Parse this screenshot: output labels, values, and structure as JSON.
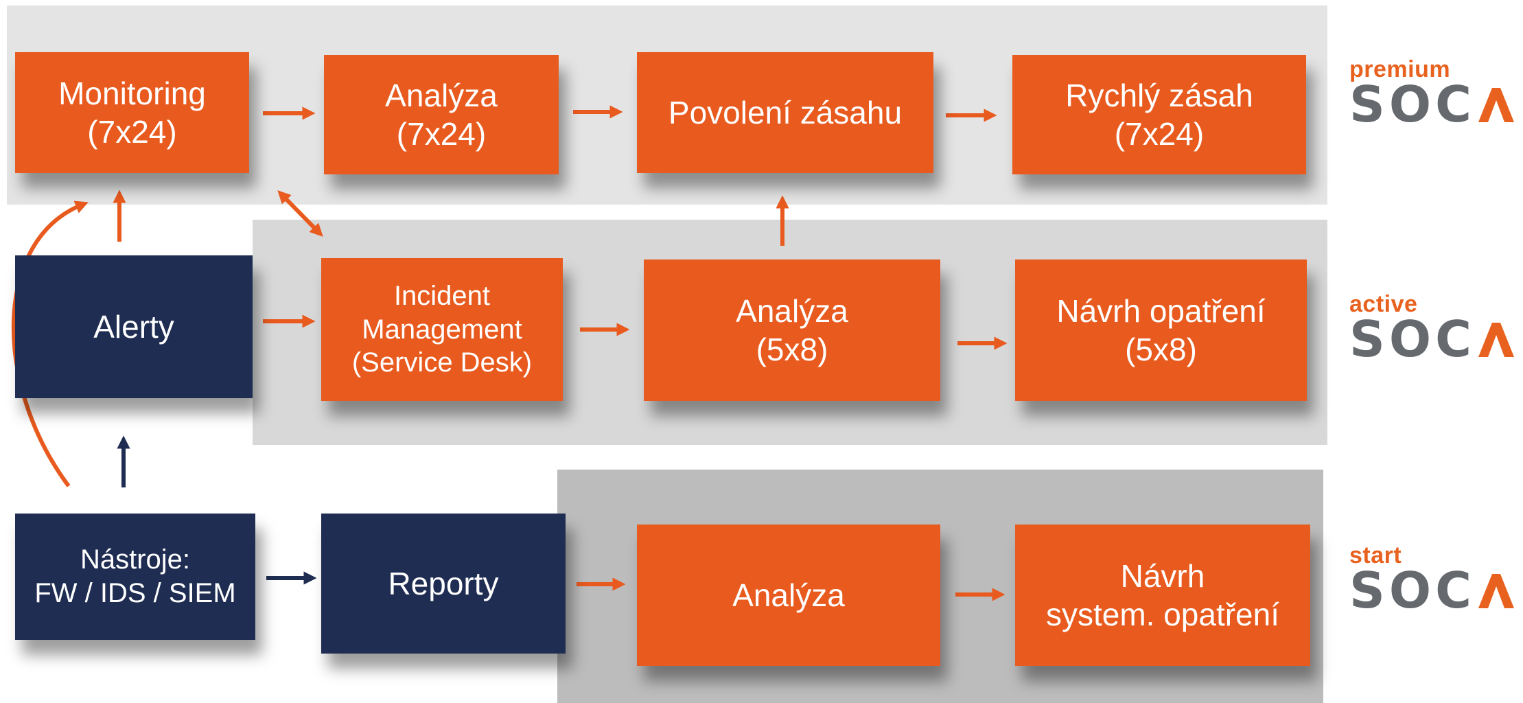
{
  "colors": {
    "orange": "#e85a1e",
    "navy": "#1f2d52",
    "premium_band": "#e4e4e4",
    "active_band": "#d8d8d8",
    "start_band": "#bcbcbc",
    "brand_orange": "#e8611e",
    "brand_grey": "#666a6e"
  },
  "premium_row": {
    "monitoring": "Monitoring\n(7x24)",
    "analysis": "Analýza\n(7x24)",
    "approval": "Povolení zásahu",
    "response": "Rychlý zásah\n(7x24)"
  },
  "active_row": {
    "alerts": "Alerty",
    "incident": "Incident\nManagement\n(Service Desk)",
    "analysis": "Analýza\n(5x8)",
    "proposal": "Návrh opatření\n(5x8)"
  },
  "start_row": {
    "tools": "Nástroje:\nFW / IDS / SIEM",
    "reports": "Reporty",
    "analysis": "Analýza",
    "proposal": "Návrh\nsystem. opatření"
  },
  "brands": [
    {
      "tier": "premium",
      "logo": "SOC"
    },
    {
      "tier": "active",
      "logo": "SOC"
    },
    {
      "tier": "start",
      "logo": "SOC"
    }
  ]
}
